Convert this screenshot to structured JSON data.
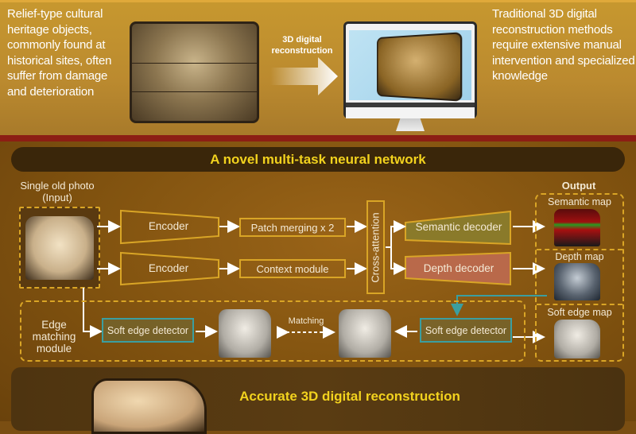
{
  "top": {
    "left_text": "Relief-type cultural heritage objects, commonly found at historical sites, often suffer from damage and deterioration",
    "arrow_label": "3D digital reconstruction",
    "right_text": "Traditional 3D digital reconstruction methods require extensive manual intervention and specialized knowledge"
  },
  "network": {
    "title": "A novel multi-task neural network",
    "input_label": "Single old photo (Input)",
    "encoder1": "Encoder",
    "encoder2": "Encoder",
    "patch_merging": "Patch merging x 2",
    "context_module": "Context module",
    "cross_attention": "Cross-attention",
    "semantic_decoder": "Semantic decoder",
    "depth_decoder": "Depth decoder",
    "output_label": "Output",
    "semantic_map": "Semantic map",
    "depth_map": "Depth map",
    "soft_edge_map": "Soft edge map",
    "edge_module_label": "Edge matching module",
    "soft_edge_detector1": "Soft edge detector",
    "soft_edge_detector2": "Soft edge detector",
    "matching": "Matching"
  },
  "bottom": {
    "title": "Accurate 3D digital reconstruction"
  },
  "colors": {
    "accent_yellow": "#f2d21e",
    "box_border": "#d9a526",
    "teal": "#3b9ea0",
    "red_band": "#8c1e14"
  }
}
